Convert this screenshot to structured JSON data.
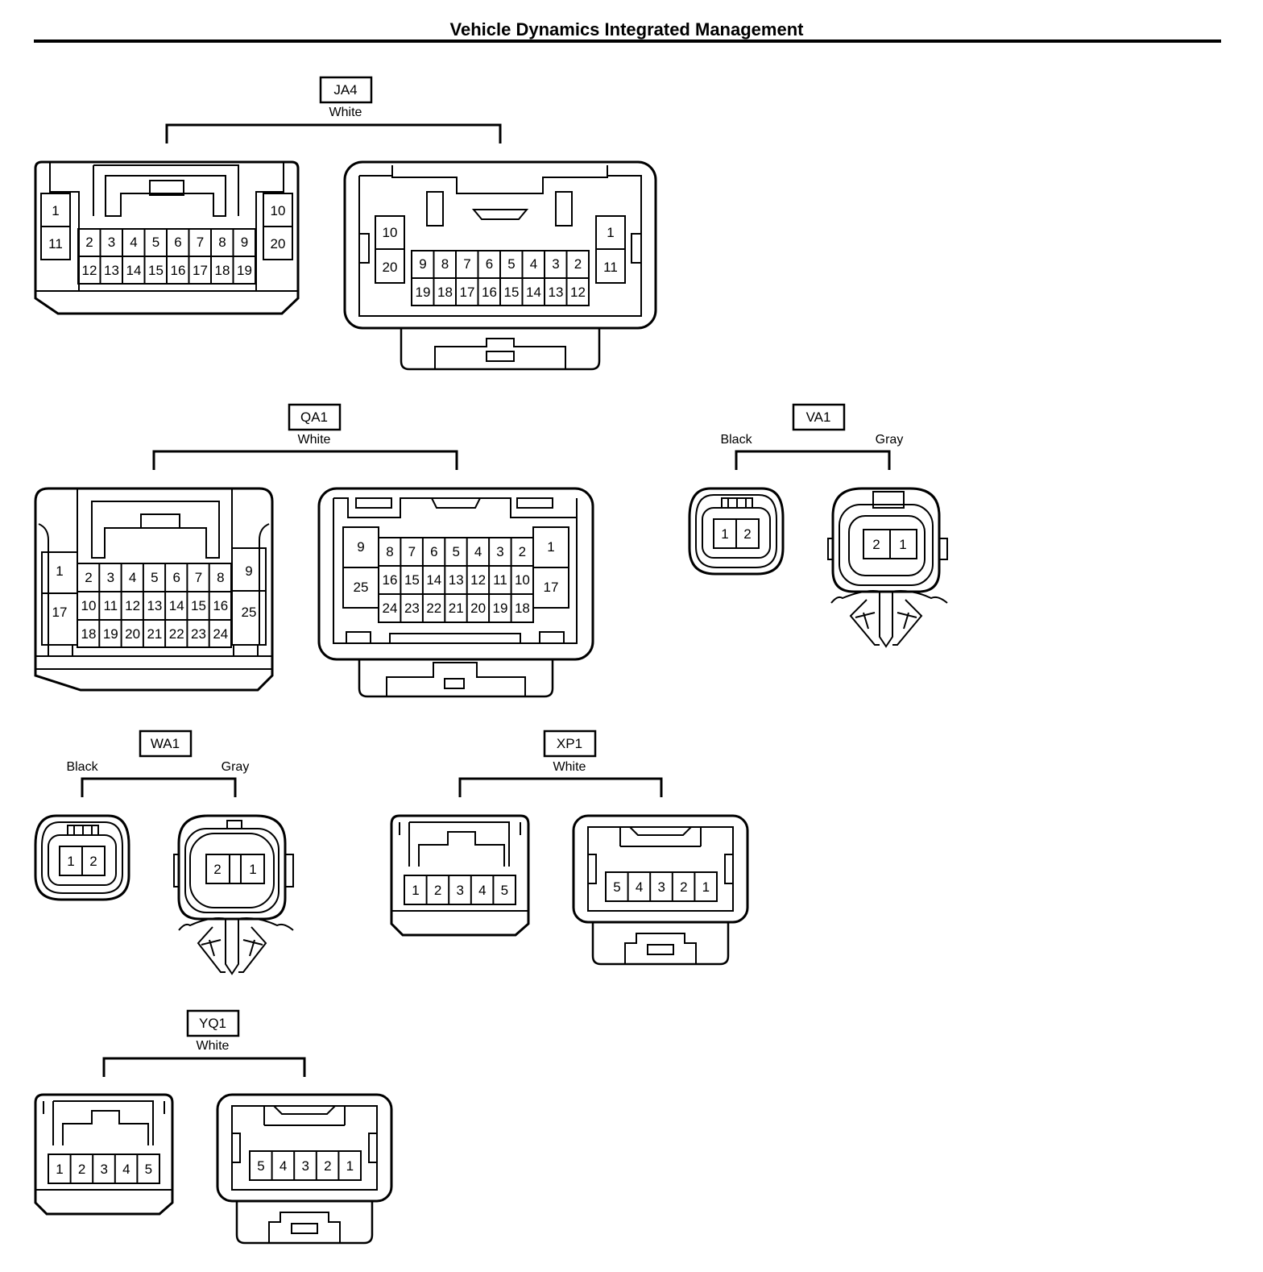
{
  "title": "Vehicle Dynamics Integrated Management",
  "connectors": [
    {
      "id": "JA4",
      "code": "JA4",
      "color": "White"
    },
    {
      "id": "QA1",
      "code": "QA1",
      "color": "White"
    },
    {
      "id": "VA1",
      "code": "VA1",
      "color_left": "Black",
      "color_right": "Gray"
    },
    {
      "id": "WA1",
      "code": "WA1",
      "color_left": "Black",
      "color_right": "Gray"
    },
    {
      "id": "XP1",
      "code": "XP1",
      "color": "White"
    },
    {
      "id": "YQ1",
      "code": "YQ1",
      "color": "White"
    }
  ],
  "pins": {
    "ja4_left": {
      "side_left": [
        "1",
        "11"
      ],
      "top_row": [
        "2",
        "3",
        "4",
        "5",
        "6",
        "7",
        "8",
        "9"
      ],
      "bottom_row": [
        "12",
        "13",
        "14",
        "15",
        "16",
        "17",
        "18",
        "19"
      ],
      "side_right": [
        "10",
        "20"
      ]
    },
    "ja4_right": {
      "side_left": [
        "10",
        "20"
      ],
      "top_row": [
        "9",
        "8",
        "7",
        "6",
        "5",
        "4",
        "3",
        "2"
      ],
      "bottom_row": [
        "19",
        "18",
        "17",
        "16",
        "15",
        "14",
        "13",
        "12"
      ],
      "side_right": [
        "1",
        "11"
      ]
    },
    "qa1_left": {
      "side_left": [
        "1",
        "17"
      ],
      "row1": [
        "2",
        "3",
        "4",
        "5",
        "6",
        "7",
        "8"
      ],
      "row2": [
        "10",
        "11",
        "12",
        "13",
        "14",
        "15",
        "16"
      ],
      "row3": [
        "18",
        "19",
        "20",
        "21",
        "22",
        "23",
        "24"
      ],
      "side_right": [
        "9",
        "25"
      ]
    },
    "qa1_right": {
      "side_left": [
        "9",
        "25"
      ],
      "row1": [
        "8",
        "7",
        "6",
        "5",
        "4",
        "3",
        "2"
      ],
      "row2": [
        "16",
        "15",
        "14",
        "13",
        "12",
        "11",
        "10"
      ],
      "row3": [
        "24",
        "23",
        "22",
        "21",
        "20",
        "19",
        "18"
      ],
      "side_right": [
        "1",
        "17"
      ]
    },
    "va1_left": [
      "1",
      "2"
    ],
    "va1_right": [
      "2",
      "1"
    ],
    "wa1_left": [
      "1",
      "2"
    ],
    "wa1_right": [
      "2",
      "1"
    ],
    "xp1_left": [
      "1",
      "2",
      "3",
      "4",
      "5"
    ],
    "xp1_right": [
      "5",
      "4",
      "3",
      "2",
      "1"
    ],
    "yq1_left": [
      "1",
      "2",
      "3",
      "4",
      "5"
    ],
    "yq1_right": [
      "5",
      "4",
      "3",
      "2",
      "1"
    ]
  }
}
